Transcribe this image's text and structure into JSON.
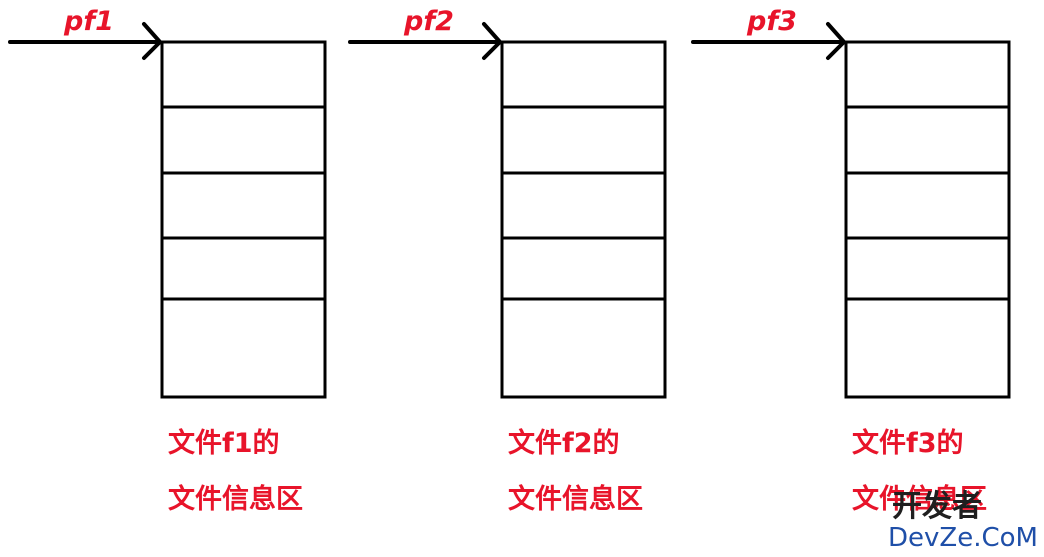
{
  "colors": {
    "ink": "#000000",
    "annotation": "#e8142a",
    "watermark_dark": "#1f1f1f",
    "watermark_blue": "#1f4fa8"
  },
  "file_blocks": [
    {
      "pointer_label": "pf1",
      "caption_line1": "文件f1的",
      "caption_line2": "文件信息区",
      "rows": 5
    },
    {
      "pointer_label": "pf2",
      "caption_line1": "文件f2的",
      "caption_line2": "文件信息区",
      "rows": 5
    },
    {
      "pointer_label": "pf3",
      "caption_line1": "文件f3的",
      "caption_line2": "文件信息区",
      "rows": 5
    }
  ],
  "watermark": {
    "top": "开发者",
    "bottom": "DevZe.CoM"
  }
}
